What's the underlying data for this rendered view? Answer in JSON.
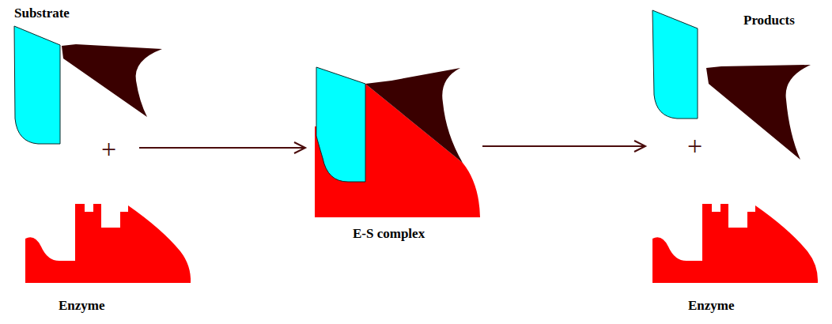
{
  "diagram": {
    "labels": [
      "Substrate",
      "+",
      "Enzyme",
      "E-S complex",
      "Products",
      "+",
      "Enzyme"
    ]
  }
}
